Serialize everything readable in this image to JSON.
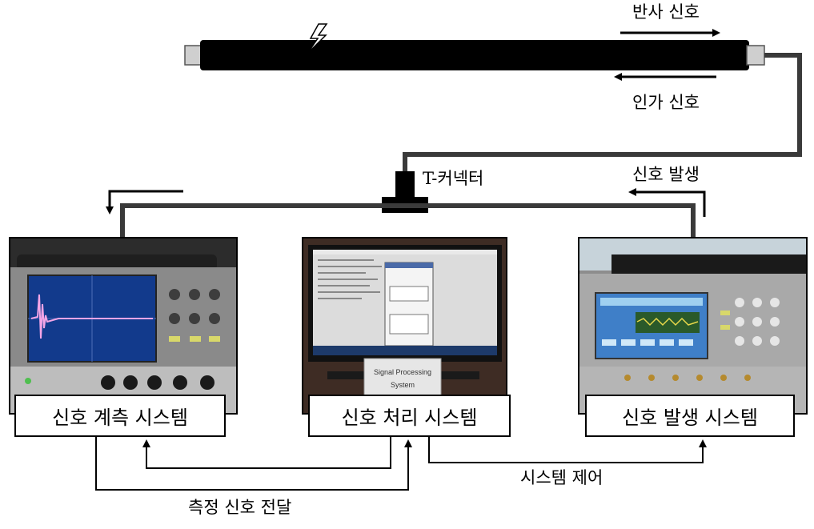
{
  "labels": {
    "reflected_signal": "반사 신호",
    "applied_signal": "인가 신호",
    "t_connector": "T-커넥터",
    "signal_generation": "신호 발생",
    "system_control": "시스템 제어",
    "measured_signal_transfer": "측정 신호 전달"
  },
  "systems": {
    "measurement": "신호 계측 시스템",
    "processing": "신호 처리 시스템",
    "generation": "신호 발생 시스템"
  },
  "photo_text": {
    "sps_sign_line1": "Signal Processing",
    "sps_sign_line2": "System"
  }
}
